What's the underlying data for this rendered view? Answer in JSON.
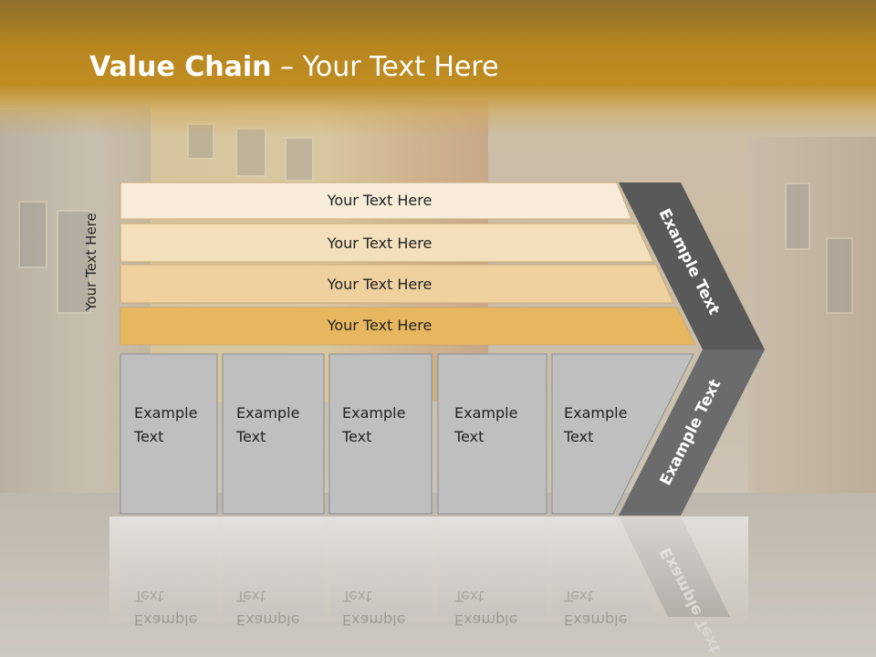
{
  "slide": {
    "title_bold": "Value Chain",
    "title_rest": " – Your Text Here",
    "side_label": "Your Text Here"
  },
  "rows": [
    {
      "label": "Your Text Here",
      "color": "#f6ecd9"
    },
    {
      "label": "Your Text Here",
      "color": "#f3dfbb"
    },
    {
      "label": "Your Text Here",
      "color": "#efd09f"
    },
    {
      "label": "Your Text Here",
      "color": "#e7b760"
    }
  ],
  "cells": [
    {
      "line1": "Example",
      "line2": "Text"
    },
    {
      "line1": "Example",
      "line2": "Text"
    },
    {
      "line1": "Example",
      "line2": "Text"
    },
    {
      "line1": "Example",
      "line2": "Text"
    },
    {
      "line1": "Example",
      "line2": "Text"
    }
  ],
  "chevron": {
    "upper_label": "Example Text",
    "lower_label": "Example Text",
    "upper_color": "#595959",
    "lower_color": "#6b6b6b"
  },
  "colors": {
    "cell_fill": "#bfbfbf",
    "header_gold": "#c08d22"
  }
}
